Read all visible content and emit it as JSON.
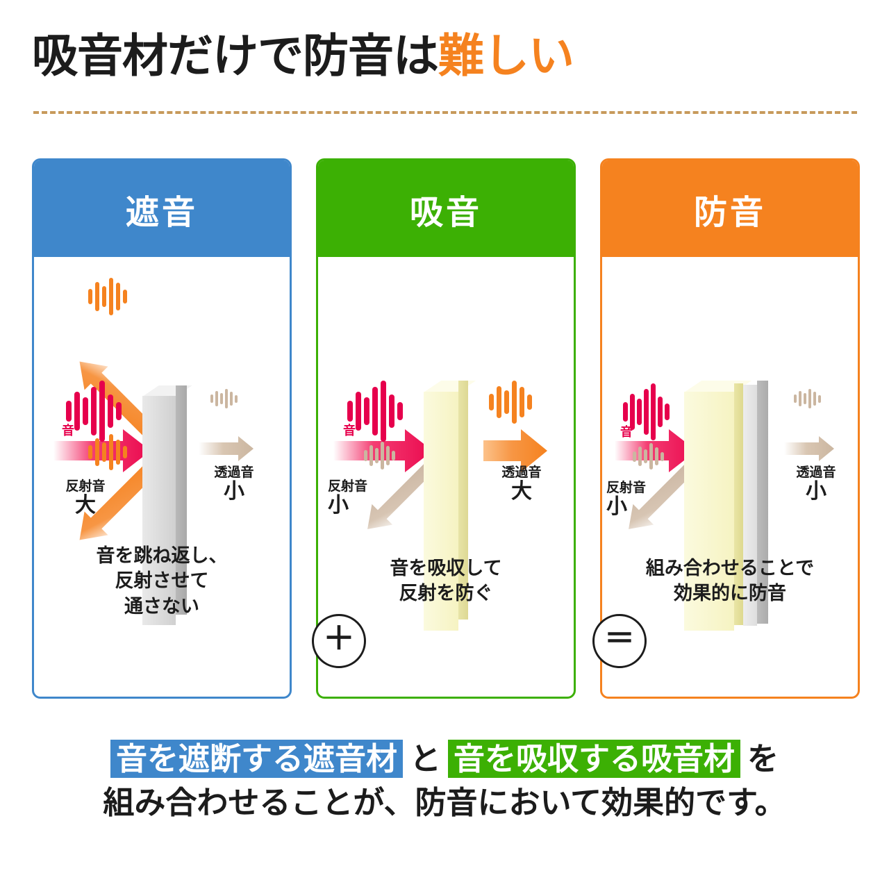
{
  "title": {
    "black_part": "吸音材だけで防音は",
    "orange_part": "難しい",
    "orange_color": "#f5821f"
  },
  "colors": {
    "blue": "#3f87cb",
    "green": "#3cb004",
    "orange": "#f5821f",
    "red": "#e6004c",
    "beige": "#cbb6a0",
    "divider": "#c79a5b"
  },
  "cards": [
    {
      "heading": "遮音",
      "accent": "#3f87cb",
      "wall_type": "blocking-gray-panel",
      "incoming": {
        "label": "音",
        "color": "#e6004c"
      },
      "transmitted": {
        "label": "透過音",
        "magnitude": "小",
        "tone": "small"
      },
      "reflected": {
        "label": "反射音",
        "magnitude": "大",
        "tone": "large"
      },
      "caption_lines": [
        "音を跳ね返し、",
        "反射させて",
        "通さない"
      ]
    },
    {
      "heading": "吸音",
      "accent": "#3cb004",
      "wall_type": "absorbing-yellow-panel",
      "incoming": {
        "label": "音",
        "color": "#e6004c"
      },
      "transmitted": {
        "label": "透過音",
        "magnitude": "大",
        "tone": "large"
      },
      "reflected": {
        "label": "反射音",
        "magnitude": "小",
        "tone": "small"
      },
      "caption_lines": [
        "音を吸収して",
        "反射を防ぐ"
      ]
    },
    {
      "heading": "防音",
      "accent": "#f5821f",
      "wall_type": "combined-absorber-and-blocker",
      "incoming": {
        "label": "音",
        "color": "#e6004c"
      },
      "transmitted": {
        "label": "透過音",
        "magnitude": "小",
        "tone": "small"
      },
      "reflected": {
        "label": "反射音",
        "magnitude": "小",
        "tone": "small"
      },
      "caption_lines": [
        "組み合わせることで",
        "効果的に防音"
      ]
    }
  ],
  "operators": {
    "plus": "＋",
    "equal": "＝"
  },
  "footer": {
    "line1_part1": "音を遮断する遮音材",
    "line1_conj": "と",
    "line1_part2": "音を吸収する吸音材",
    "line1_part3": "を",
    "line2": "組み合わせることが、防音において効果的です。"
  }
}
